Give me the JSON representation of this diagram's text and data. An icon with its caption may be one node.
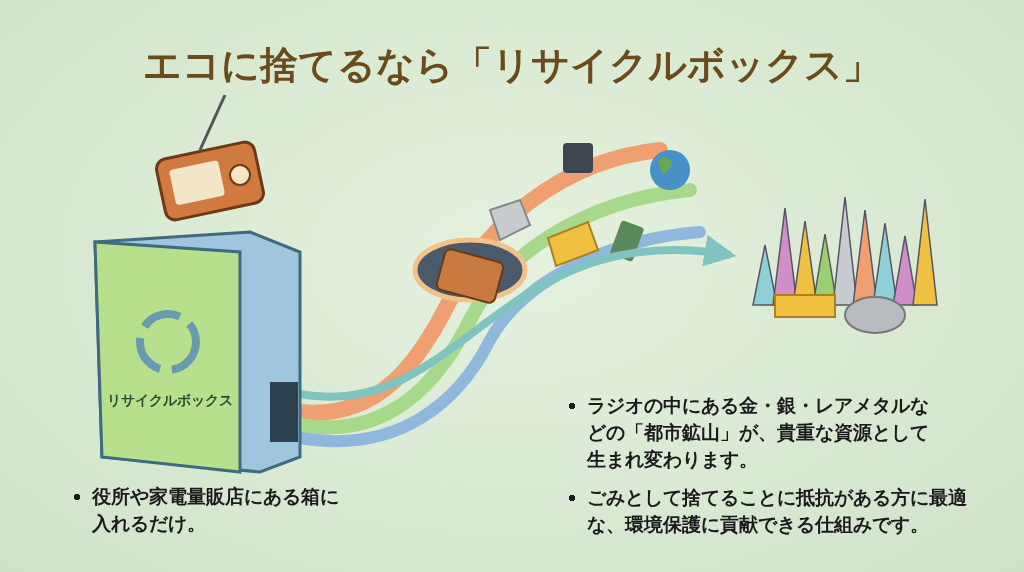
{
  "diagram": {
    "title": "エコに捨てるなら「リサイクルボックス」",
    "nodes": [
      {
        "text": [
          "リサイクルボックス"
        ]
      },
      {
        "text": [],
        "shape": "picture"
      }
    ],
    "edges": [
      {
        "from": 0,
        "to": 1,
        "arrow": "to"
      }
    ],
    "labels": [
      "役所や家電量販店にある箱に入れるだけ。",
      "ラジオの中にある金・銀・レアメタルなどの「都市鉱山」が、貴重な資源として生まれ変わります。",
      "ごみとして捨てることに抵抗がある方に最適な、環境保護に貢献できる仕組みです。"
    ]
  }
}
